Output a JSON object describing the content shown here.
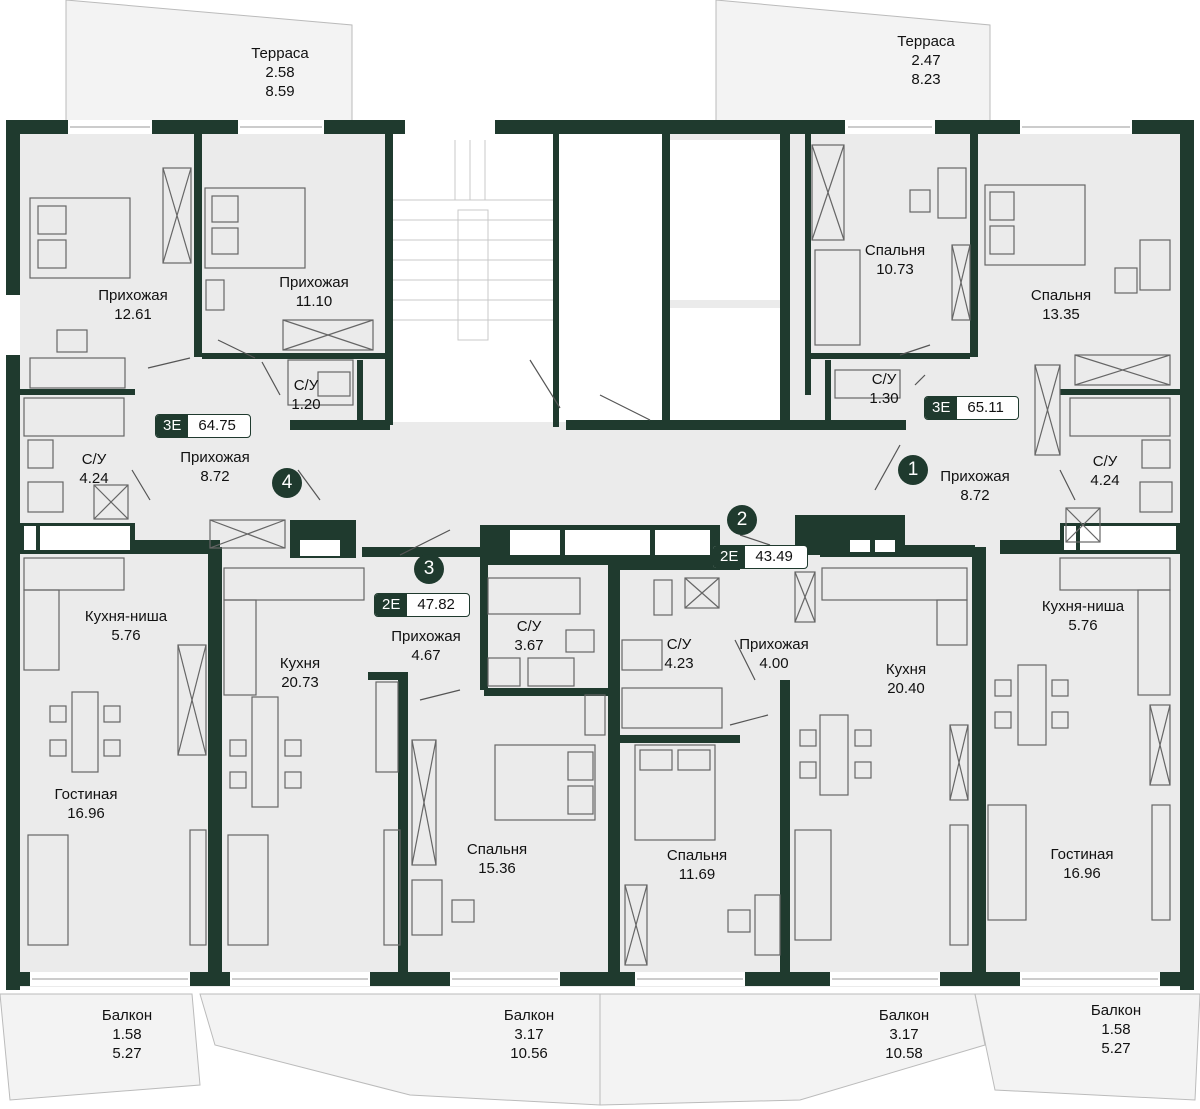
{
  "colors": {
    "wall": "#1f3a2e",
    "floor": "#ececec",
    "outdoor": "#f2f2f2",
    "furniture": "#555555"
  },
  "terraces": [
    {
      "name": "Терраса",
      "area_a": "2.58",
      "area_b": "8.59"
    },
    {
      "name": "Терраса",
      "area_a": "2.47",
      "area_b": "8.23"
    }
  ],
  "rooms": {
    "hall_tl": {
      "name": "Прихожая",
      "area": "12.61"
    },
    "hall_tl2": {
      "name": "Прихожая",
      "area": "11.10"
    },
    "wc_120": {
      "name": "С/У",
      "area": "1.20"
    },
    "wc_424_left": {
      "name": "С/У",
      "area": "4.24"
    },
    "hall_872_left": {
      "name": "Прихожая",
      "area": "8.72"
    },
    "kitchen_niche_left": {
      "name": "Кухня-ниша",
      "area": "5.76"
    },
    "living_left": {
      "name": "Гостиная",
      "area": "16.96"
    },
    "kitchen_2073": {
      "name": "Кухня",
      "area": "20.73"
    },
    "hall_467": {
      "name": "Прихожая",
      "area": "4.67"
    },
    "wc_367": {
      "name": "С/У",
      "area": "3.67"
    },
    "bedroom_1536": {
      "name": "Спальня",
      "area": "15.36"
    },
    "wc_423": {
      "name": "С/У",
      "area": "4.23"
    },
    "hall_400": {
      "name": "Прихожая",
      "area": "4.00"
    },
    "bedroom_1169": {
      "name": "Спальня",
      "area": "11.69"
    },
    "kitchen_2040": {
      "name": "Кухня",
      "area": "20.40"
    },
    "bedroom_1073": {
      "name": "Спальня",
      "area": "10.73"
    },
    "bedroom_1335": {
      "name": "Спальня",
      "area": "13.35"
    },
    "wc_130": {
      "name": "С/У",
      "area": "1.30"
    },
    "hall_872_right": {
      "name": "Прихожая",
      "area": "8.72"
    },
    "wc_424_right": {
      "name": "С/У",
      "area": "4.24"
    },
    "kitchen_niche_right": {
      "name": "Кухня-ниша",
      "area": "5.76"
    },
    "living_right": {
      "name": "Гостиная",
      "area": "16.96"
    }
  },
  "balconies": [
    {
      "name": "Балкон",
      "area_a": "1.58",
      "area_b": "5.27"
    },
    {
      "name": "Балкон",
      "area_a": "3.17",
      "area_b": "10.56"
    },
    {
      "name": "Балкон",
      "area_a": "3.17",
      "area_b": "10.58"
    },
    {
      "name": "Балкон",
      "area_a": "1.58",
      "area_b": "5.27"
    }
  ],
  "apartments": [
    {
      "number": "1",
      "type": "3Е",
      "area": "65.11"
    },
    {
      "number": "2",
      "type": "2Е",
      "area": "43.49"
    },
    {
      "number": "3",
      "type": "2Е",
      "area": "47.82"
    },
    {
      "number": "4",
      "type": "3Е",
      "area": "64.75"
    }
  ]
}
